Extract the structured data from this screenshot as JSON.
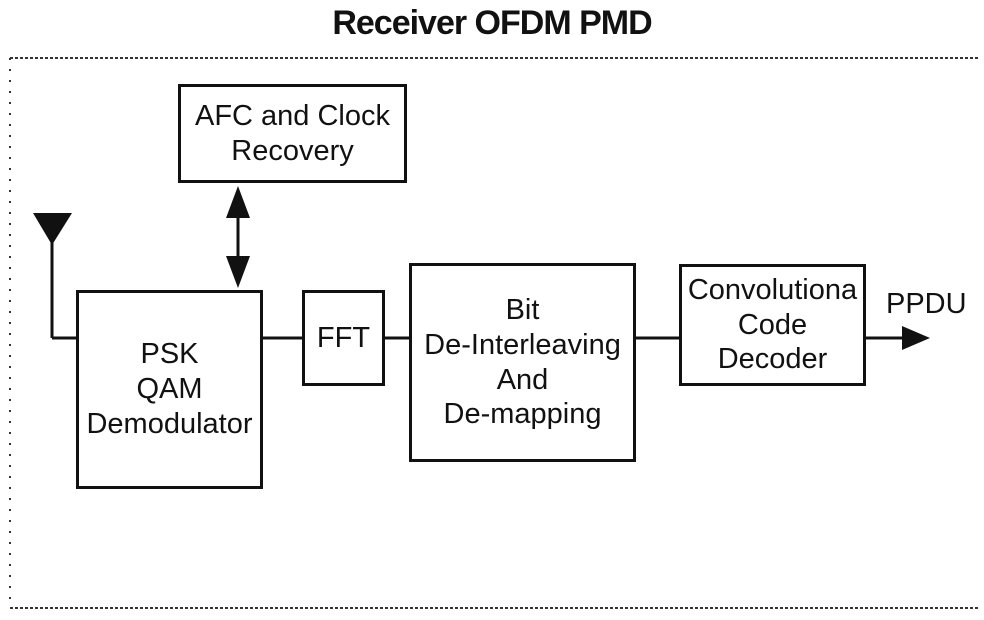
{
  "title": "Receiver OFDM PMD",
  "blocks": {
    "afc": [
      "AFC and Clock",
      "Recovery"
    ],
    "demod": [
      "PSK",
      "QAM",
      "Demodulator"
    ],
    "fft": [
      "FFT"
    ],
    "bit": [
      "Bit",
      "De-Interleaving",
      "And",
      "De-mapping"
    ],
    "conv": [
      "Convolutiona",
      "Code",
      "Decoder"
    ]
  },
  "output_label": "PPDU",
  "colors": {
    "ink": "#111111",
    "background": "#ffffff",
    "frame_dots": "#333333"
  },
  "icons": [
    "antenna-icon",
    "bidirectional-arrow-icon",
    "output-arrow-icon"
  ]
}
